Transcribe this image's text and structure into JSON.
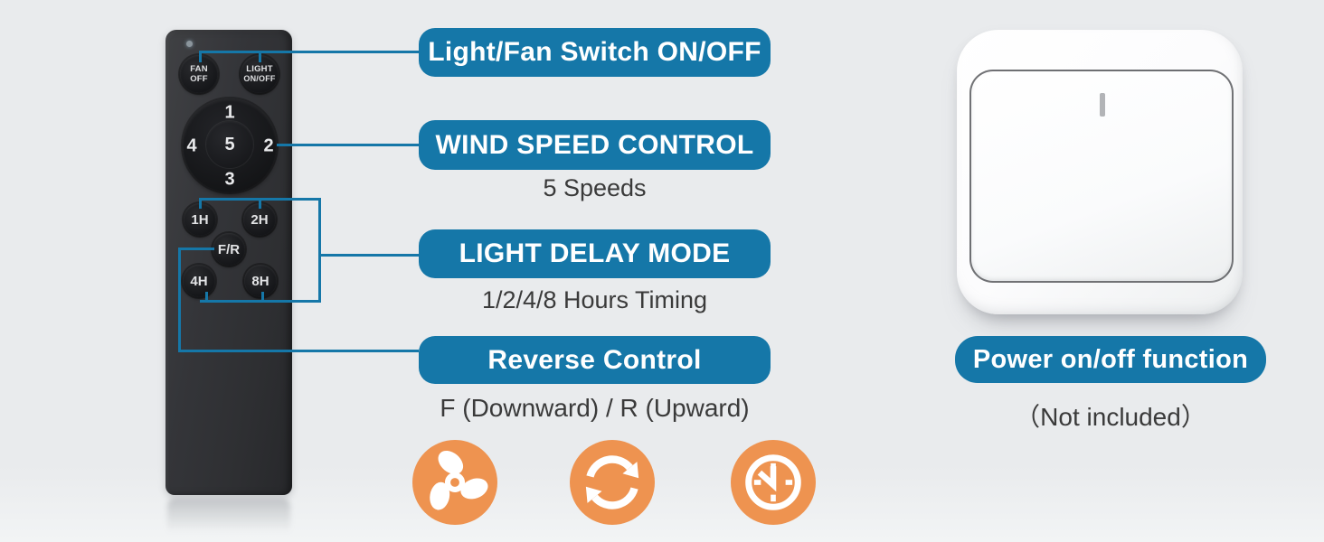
{
  "colors": {
    "background": "#e9ebed",
    "callout_blue": "#1577a8",
    "icon_orange": "#ee9350",
    "subtitle_text": "#3a3a3a",
    "remote_body": "#323337",
    "switch_white": "#fdfdfd"
  },
  "remote": {
    "description": "5-speed ceiling fan remote control",
    "buttons": {
      "fan_off": {
        "line1": "FAN",
        "line2": "OFF"
      },
      "light_on_off": {
        "line1": "LIGHT",
        "line2": "ON/OFF"
      },
      "speed_up": "1",
      "speed_right": "2",
      "speed_down": "3",
      "speed_left": "4",
      "speed_center": "5",
      "timer_1h": "1H",
      "timer_2h": "2H",
      "reverse": "F/R",
      "timer_4h": "4H",
      "timer_8h": "8H"
    }
  },
  "callouts": [
    {
      "title": "Light/Fan Switch ON/OFF",
      "subtitle": ""
    },
    {
      "title": "WIND SPEED CONTROL",
      "subtitle": "5 Speeds"
    },
    {
      "title": "LIGHT DELAY MODE",
      "subtitle": "1/2/4/8 Hours Timing"
    },
    {
      "title": "Reverse Control",
      "subtitle": "F (Downward) / R (Upward)"
    }
  ],
  "features": [
    {
      "icon": "fan-icon"
    },
    {
      "icon": "cycle-arrows-icon"
    },
    {
      "icon": "timer-clock-icon"
    }
  ],
  "wall_switch": {
    "label": "Power on/off function",
    "note": "（Not included）",
    "rocker_mark": "I"
  }
}
